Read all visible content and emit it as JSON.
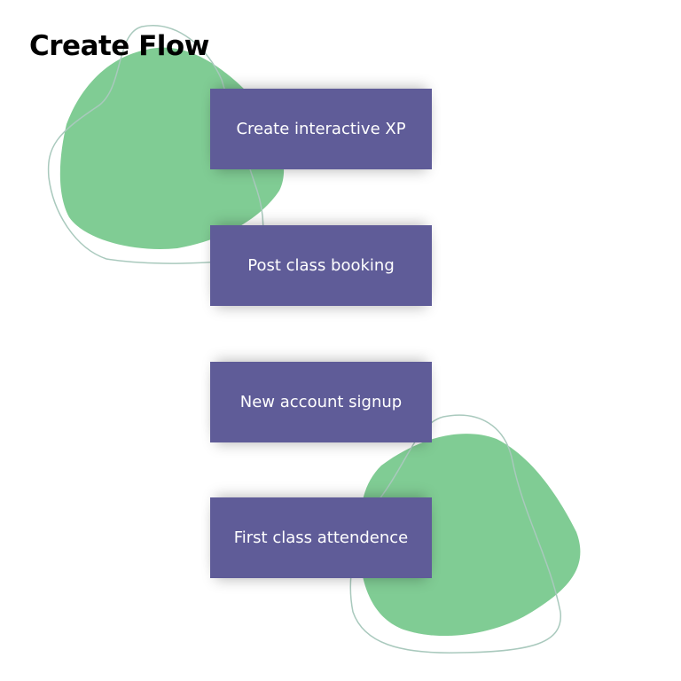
{
  "title": "Create Flow",
  "steps": [
    {
      "label": "Create interactive XP"
    },
    {
      "label": "Post class booking"
    },
    {
      "label": "New account signup"
    },
    {
      "label": "First class attendence"
    }
  ],
  "colors": {
    "box": "#5f5c98",
    "blob": "#80cc94",
    "outline": "#a9c9bd"
  }
}
